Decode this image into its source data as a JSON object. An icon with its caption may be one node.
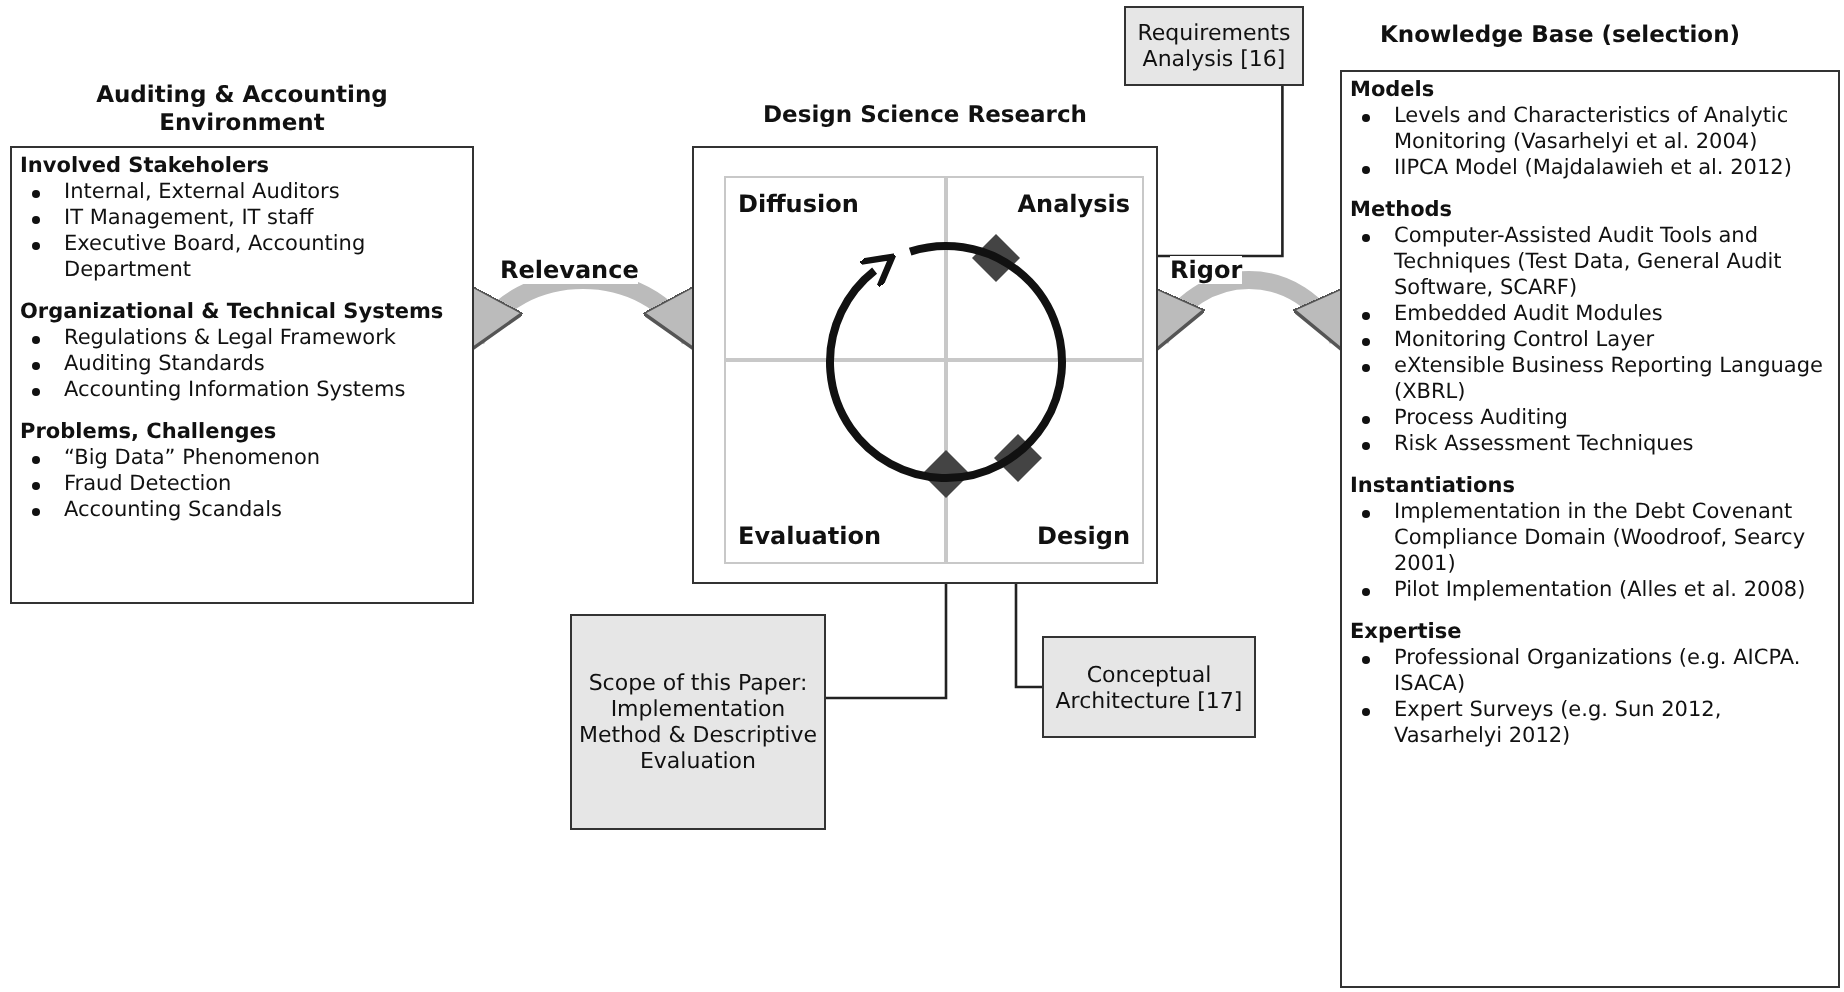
{
  "diagram": {
    "nodes": [
      {
        "text": [
          "Auditing & Accounting Environment",
          "Involved Stakeholers",
          "Internal, External Auditors",
          "IT Management, IT staff",
          "Executive Board, Accounting Department",
          "Organizational & Technical Systems",
          "Regulations & Legal Framework",
          "Auditing Standards",
          "Accounting Information Systems",
          "Problems, Challenges",
          "“Big Data” Phenomenon",
          "Fraud Detection",
          "Accounting Scandals"
        ]
      },
      {
        "text": [
          "Design Science Research"
        ]
      },
      {
        "text": [
          "Diffusion"
        ],
        "in": 1
      },
      {
        "text": [
          "Analysis"
        ],
        "in": 1
      },
      {
        "text": [
          "Evaluation"
        ],
        "in": 1
      },
      {
        "text": [
          "Design"
        ],
        "in": 1
      },
      {
        "text": [],
        "shape": "diamond",
        "in": 3
      },
      {
        "text": [],
        "shape": "diamond",
        "in": 1
      },
      {
        "text": [],
        "shape": "diamond",
        "in": 5
      },
      {
        "text": [
          "Requirements Analysis [16]"
        ]
      },
      {
        "text": [
          "Knowledge Base (selection)",
          "Models",
          "Levels and Characteristics of Analytic Monitoring (Vasarhelyi et al. 2004)",
          "IIPCA Model (Majdalawieh et al. 2012)",
          "Methods",
          "Computer-Assisted Audit Tools and Techniques (Test Data, General Audit Software, SCARF)",
          "Embedded Audit Modules",
          "Monitoring Control Layer",
          "eXtensible Business Reporting Language (XBRL)",
          "Process Auditing",
          "Risk Assessment Techniques",
          "Instantiations",
          "Implementation in the Debt Covenant Compliance Domain (Woodroof, Searcy 2001)",
          "Pilot Implementation (Alles et al. 2008)",
          "Expertise",
          "Professional Organizations (e.g. AICPA. ISACA)",
          "Expert Surveys (e.g. Sun 2012, Vasarhelyi 2012)"
        ]
      },
      {
        "text": [
          "Scope of this Paper: Implementation Method & Descriptive Evaluation"
        ]
      },
      {
        "text": [
          "Conceptual Architecture [17]"
        ]
      }
    ],
    "edges": [
      {
        "from": 0,
        "to": 1,
        "arrow": "both",
        "label": "Relevance",
        "style": "thick",
        "color": "#bbbbbb"
      },
      {
        "from": 1,
        "to": 10,
        "arrow": "both",
        "label": "Rigor",
        "style": "thick",
        "color": "#bbbbbb"
      },
      {
        "from": 6,
        "to": 9,
        "arrow": "none"
      },
      {
        "from": 7,
        "to": 11,
        "arrow": "none"
      },
      {
        "from": 8,
        "to": 12,
        "arrow": "none"
      }
    ]
  }
}
